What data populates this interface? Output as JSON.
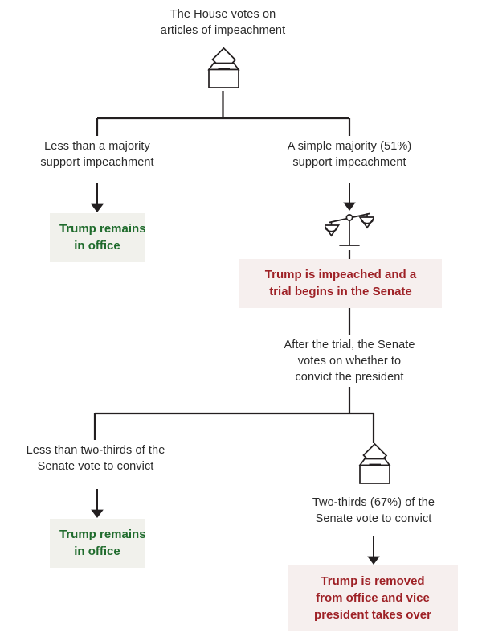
{
  "diagram": {
    "title": "Impeachment process flowchart",
    "colors": {
      "text": "#2b2b2b",
      "green_text": "#1f6b2c",
      "green_box_bg": "#f1f1ec",
      "red_text": "#9e2126",
      "red_box_bg": "#f6efee",
      "connector": "#231f20",
      "page_bg": "#ffffff"
    },
    "nodes": {
      "house_vote": {
        "kind": "plain-text",
        "lines": [
          "The House votes on",
          "articles of impeachment"
        ]
      },
      "ballot_icon_top": {
        "kind": "icon",
        "icon": "ballot-box-icon"
      },
      "less_than_majority": {
        "kind": "plain-text",
        "lines": [
          "Less than a majority",
          "support impeachment"
        ]
      },
      "simple_majority": {
        "kind": "plain-text",
        "lines": [
          "A simple majority (51%)",
          "support impeachment"
        ]
      },
      "remains_in_office_1": {
        "kind": "outcome-green",
        "lines": [
          "Trump remains",
          "in office"
        ]
      },
      "scales_icon": {
        "kind": "icon",
        "icon": "scales-of-justice-icon"
      },
      "impeached_trial": {
        "kind": "outcome-red",
        "lines": [
          "Trump is impeached and a",
          "trial begins in the Senate"
        ]
      },
      "senate_votes": {
        "kind": "plain-text",
        "lines": [
          "After the trial, the Senate",
          "votes on whether to",
          "convict the president"
        ]
      },
      "less_than_two_thirds": {
        "kind": "plain-text",
        "lines": [
          "Less than two-thirds of the",
          "Senate vote to convict"
        ]
      },
      "ballot_icon_bottom": {
        "kind": "icon",
        "icon": "ballot-box-icon"
      },
      "two_thirds": {
        "kind": "plain-text",
        "lines": [
          "Two-thirds (67%) of the",
          "Senate vote to convict"
        ]
      },
      "remains_in_office_2": {
        "kind": "outcome-green",
        "lines": [
          "Trump remains",
          "in office"
        ]
      },
      "removed_from_office": {
        "kind": "outcome-red",
        "lines": [
          "Trump is removed",
          "from office and vice",
          "president takes over"
        ]
      }
    }
  }
}
